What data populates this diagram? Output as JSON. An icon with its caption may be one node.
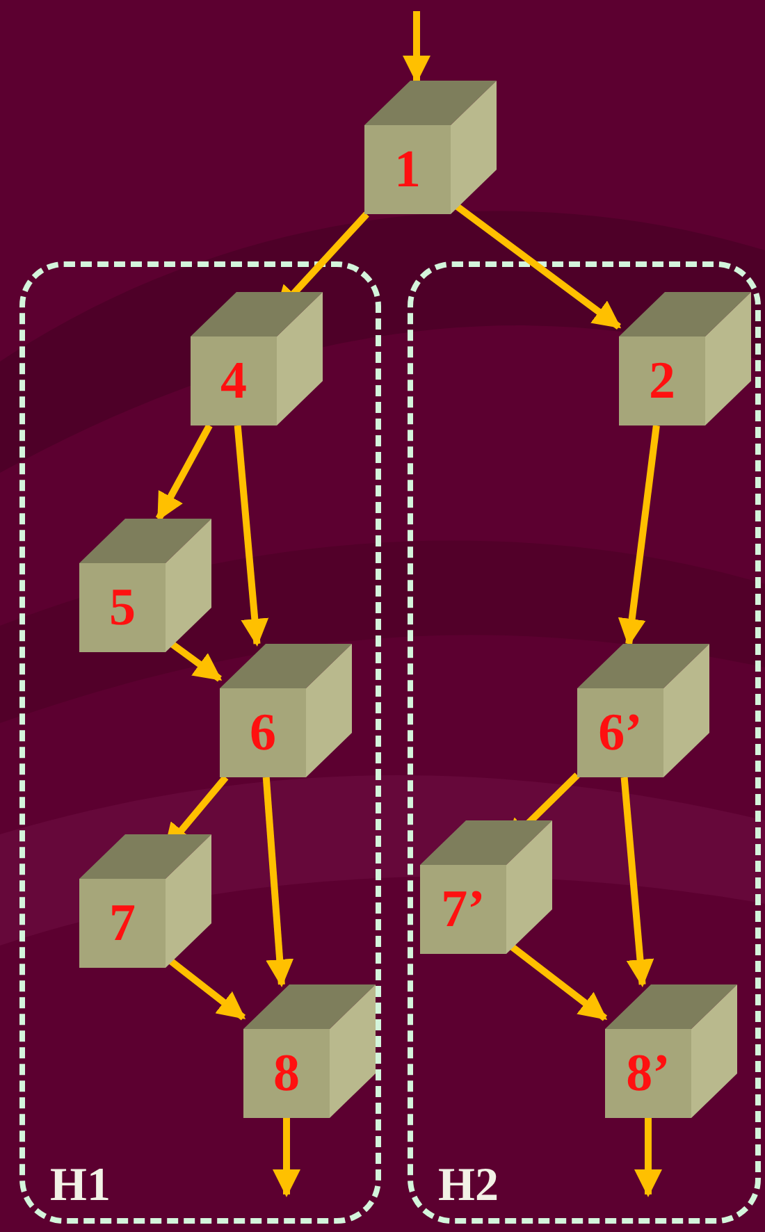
{
  "diagram": {
    "nodes": [
      {
        "text": [
          "1"
        ]
      },
      {
        "text": [
          "H1"
        ]
      },
      {
        "text": [
          "4"
        ],
        "in": 1
      },
      {
        "text": [
          "5"
        ],
        "in": 1
      },
      {
        "text": [
          "6"
        ],
        "in": 1
      },
      {
        "text": [
          "7"
        ],
        "in": 1
      },
      {
        "text": [
          "8"
        ],
        "in": 1
      },
      {
        "text": [
          "H2"
        ]
      },
      {
        "text": [
          "2"
        ],
        "in": 7
      },
      {
        "text": [
          "6’"
        ],
        "in": 7
      },
      {
        "text": [
          "7’"
        ],
        "in": 7
      },
      {
        "text": [
          "8’"
        ],
        "in": 7
      }
    ],
    "edges": [
      {
        "from": null,
        "to": 0,
        "arrow": "to"
      },
      {
        "from": 0,
        "to": 2,
        "arrow": "to"
      },
      {
        "from": 0,
        "to": 8,
        "arrow": "to"
      },
      {
        "from": 2,
        "to": 3,
        "arrow": "to"
      },
      {
        "from": 2,
        "to": 4,
        "arrow": "to"
      },
      {
        "from": 3,
        "to": 4,
        "arrow": "to"
      },
      {
        "from": 4,
        "to": 5,
        "arrow": "to"
      },
      {
        "from": 4,
        "to": 6,
        "arrow": "to"
      },
      {
        "from": 5,
        "to": 6,
        "arrow": "to"
      },
      {
        "from": 6,
        "to": null,
        "arrow": "to"
      },
      {
        "from": 8,
        "to": 9,
        "arrow": "to"
      },
      {
        "from": 9,
        "to": 10,
        "arrow": "to"
      },
      {
        "from": 9,
        "to": 11,
        "arrow": "to"
      },
      {
        "from": 10,
        "to": 11,
        "arrow": "to"
      },
      {
        "from": 11,
        "to": null,
        "arrow": "to"
      }
    ]
  }
}
